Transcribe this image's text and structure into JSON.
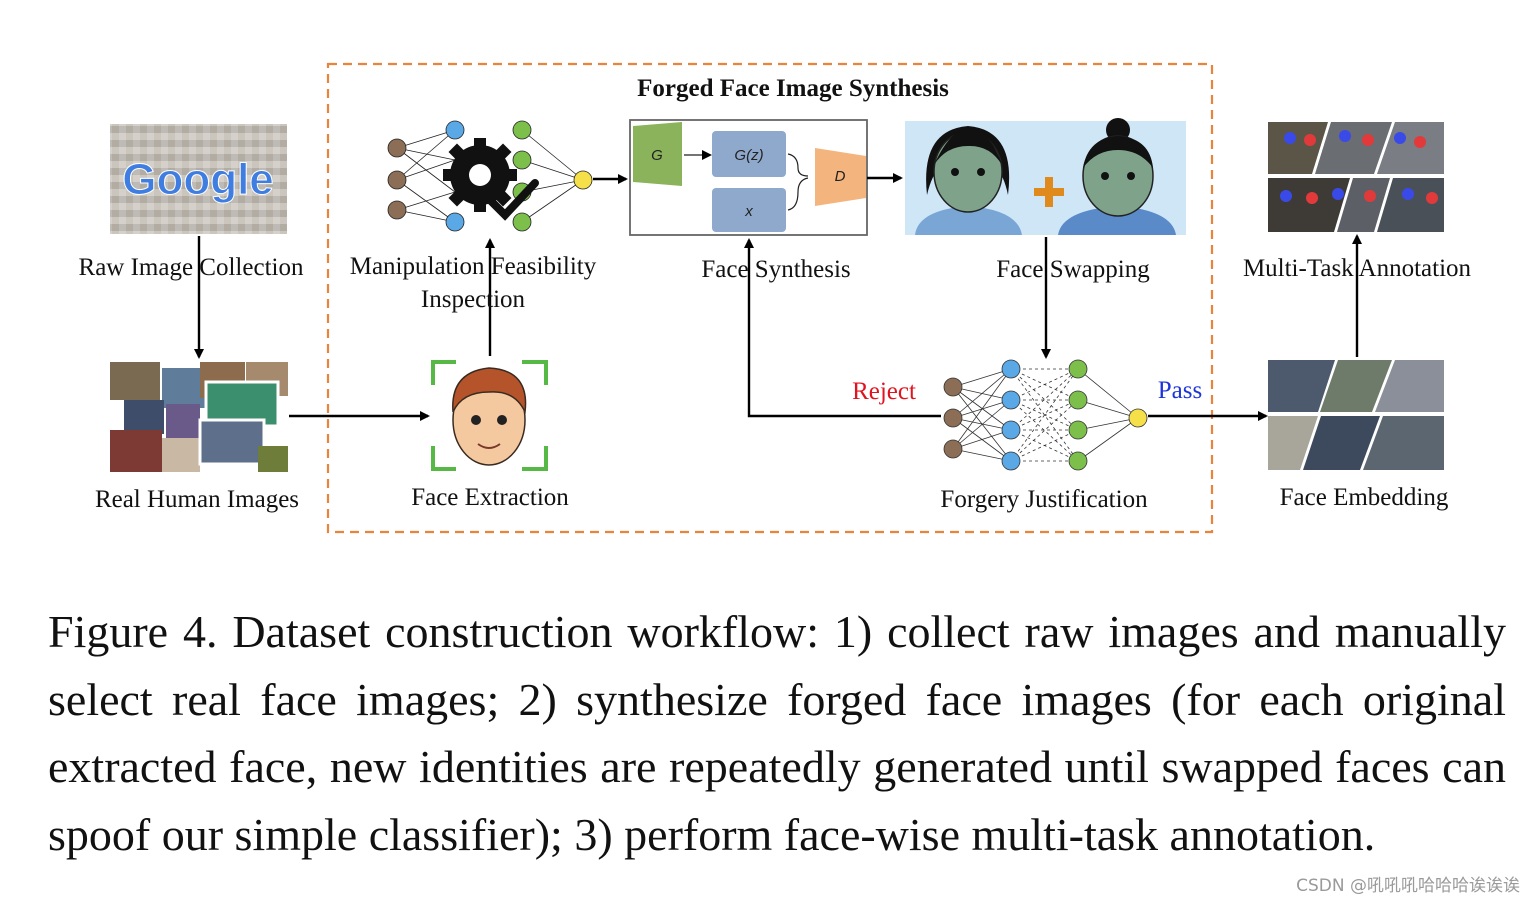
{
  "frame_title": "Forged Face Image Synthesis",
  "nodes": {
    "raw_image_collection": "Raw Image Collection",
    "real_human_images": "Real Human Images",
    "manipulation_feasibility": {
      "line1": "Manipulation Feasibility",
      "line2": "Inspection"
    },
    "face_extraction": "Face Extraction",
    "face_synthesis": "Face Synthesis",
    "face_swapping": "Face Swapping",
    "forgery_justification": "Forgery Justification",
    "multi_task_annotation": "Multi-Task Annotation",
    "face_embedding": "Face Embedding"
  },
  "google_logo": "Google",
  "gan": {
    "generator": "G",
    "gz": "G(z)",
    "x": "x",
    "discriminator": "D"
  },
  "decisions": {
    "reject": "Reject",
    "pass": "Pass"
  },
  "colors": {
    "frame_dashed": "#e8843c",
    "reject": "#e0141e",
    "pass": "#1d35d8",
    "generator": "#8ab35b",
    "gz_box": "#8fa9cc",
    "discriminator": "#f4b47e",
    "plus": "#e0891c",
    "node_brown": "#8b6e55",
    "node_blue": "#5aa8e6",
    "node_green": "#7cbf4a",
    "node_yellow": "#f5e04a"
  },
  "caption": "Figure 4. Dataset construction workflow: 1) collect raw images and manually select real face images; 2) synthesize forged face images (for each original extracted face, new identities are repeatedly generated until swapped faces can spoof our simple classifier); 3) perform face-wise multi-task annotation.",
  "watermark": "CSDN @吼吼吼哈哈哈诶诶诶"
}
